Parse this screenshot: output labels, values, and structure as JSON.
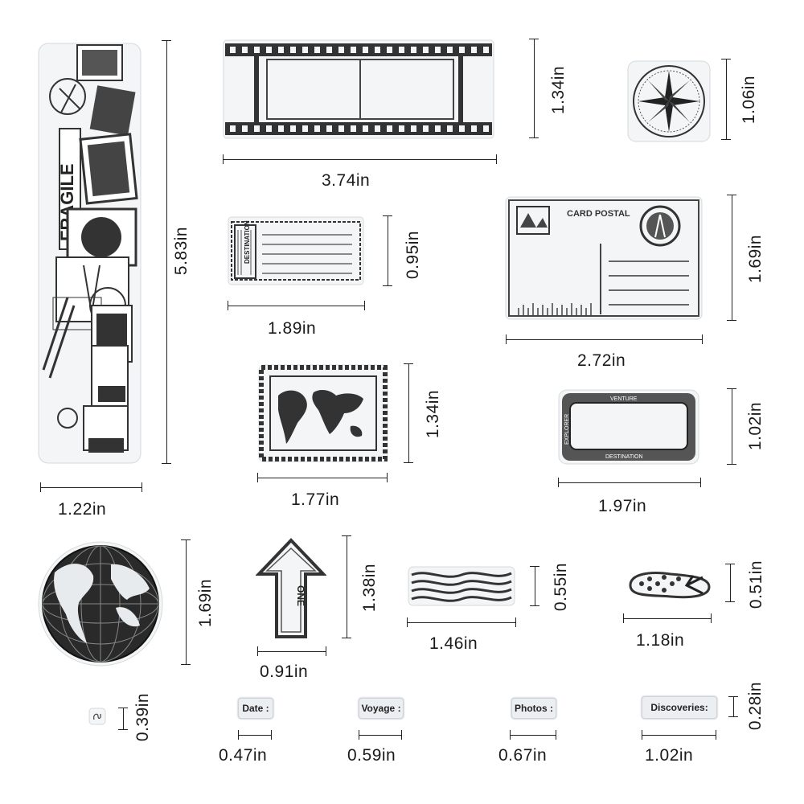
{
  "dimensions": {
    "travel_strip_width": "1.22in",
    "travel_strip_height": "5.83in",
    "film_width": "3.74in",
    "film_height": "1.34in",
    "compass_height": "1.06in",
    "ticket_width": "1.89in",
    "ticket_height": "0.95in",
    "postcard_width": "2.72in",
    "postcard_height": "1.69in",
    "map_stamp_width": "1.77in",
    "map_stamp_height": "1.34in",
    "plate_width": "1.97in",
    "plate_height": "1.02in",
    "globe_height": "1.69in",
    "arrow_width": "0.91in",
    "arrow_height": "1.38in",
    "postmark_width": "1.46in",
    "postmark_height": "0.55in",
    "flipflop_width": "1.18in",
    "flipflop_height": "0.51in",
    "small_heart_height": "0.39in",
    "date_width": "0.47in",
    "voyage_width": "0.59in",
    "photos_width": "0.67in",
    "discoveries_width": "1.02in",
    "discoveries_height": "0.28in"
  },
  "stamp_text": {
    "fragile": "FRAGILE",
    "card_postal": "CARD POSTAL",
    "destination": "DESTINATION",
    "ventures": "VENTURE",
    "explorer": "EXPLORER",
    "one_way": "ONE",
    "date": "Date :",
    "voyage": "Voyage :",
    "photos": "Photos :",
    "discoveries": "Discoveries:"
  }
}
